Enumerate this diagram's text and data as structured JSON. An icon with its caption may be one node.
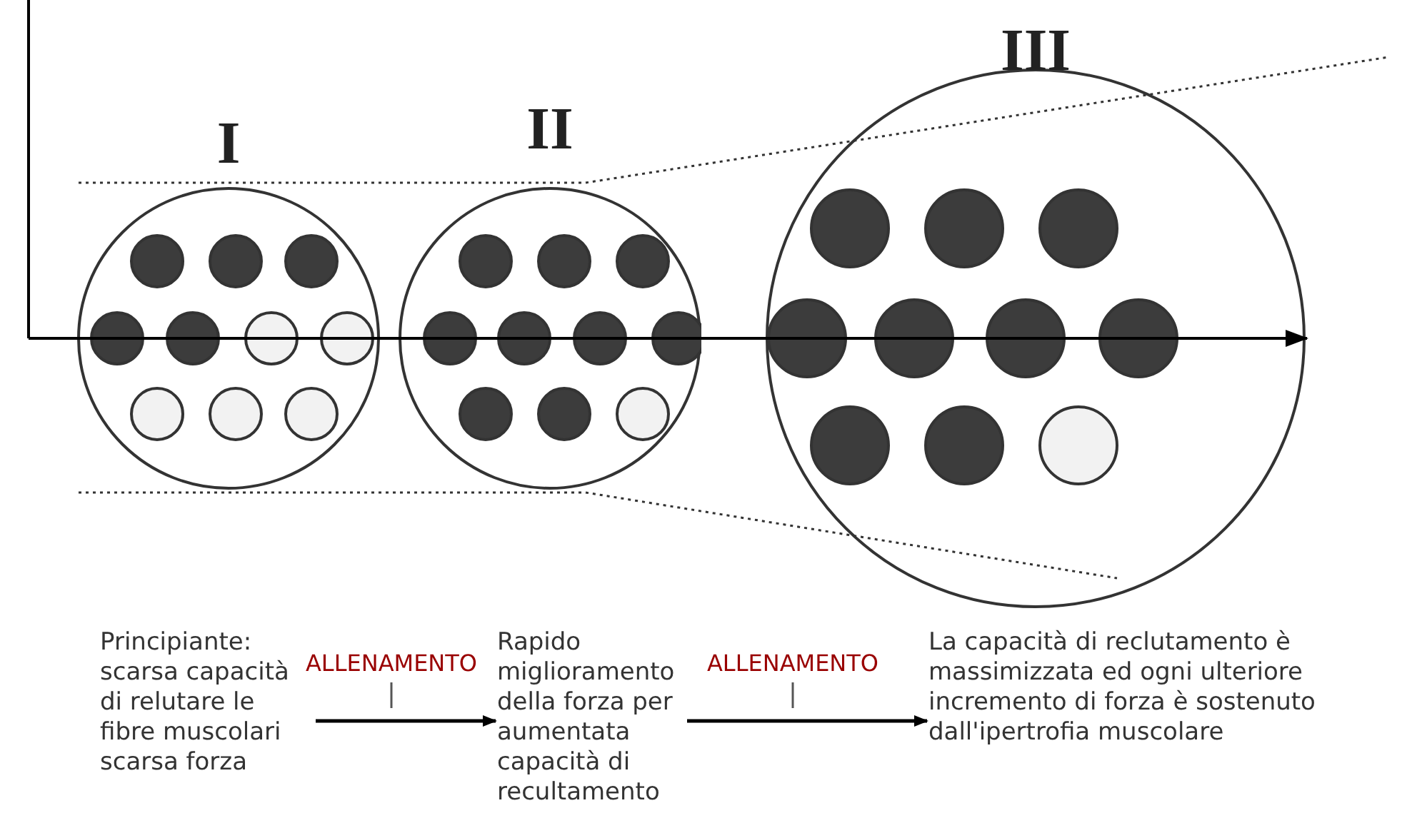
{
  "diagram": {
    "nodes": [
      {
        "text": [
          "I"
        ]
      },
      {
        "text": [
          "II"
        ]
      },
      {
        "text": [
          "III"
        ]
      },
      {
        "text": [
          "Principiante: scarsa capacità di relutare le fibre muscolari scarsa forza"
        ]
      },
      {
        "text": [
          "Rapido miglioramento della forza per aumentata capacità di recultamento"
        ]
      },
      {
        "text": [
          "La capacità di reclutamento è massimizzata ed ogni ulteriore incremento di forza è sostenuto dall'ipertrofia muscolare"
        ]
      }
    ],
    "edges": [
      {
        "from": 3,
        "to": 4,
        "arrow": "to",
        "label": "ALLENAMENTO"
      },
      {
        "from": 4,
        "to": 5,
        "arrow": "to",
        "label": "ALLENAMENTO"
      }
    ]
  }
}
